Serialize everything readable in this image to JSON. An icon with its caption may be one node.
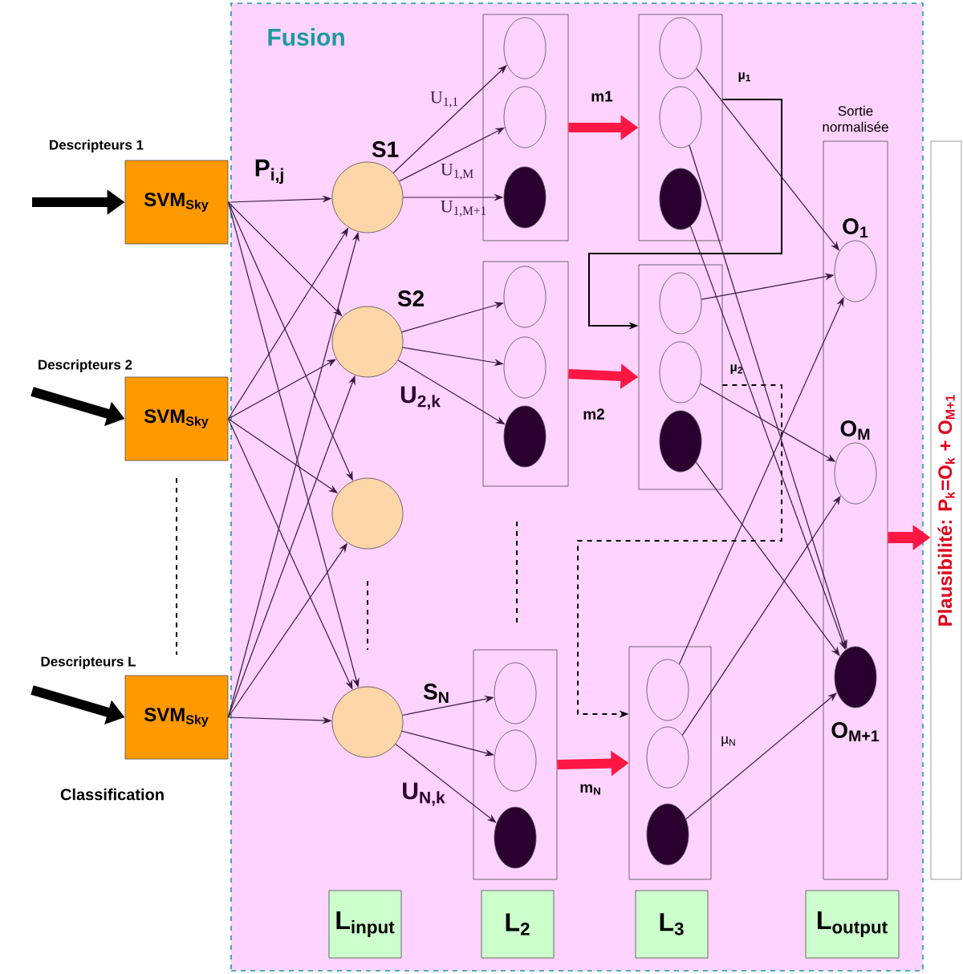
{
  "diagram": {
    "nodes": [
      {
        "text": [
          "Fusion"
        ]
      },
      {
        "text": [
          "SVM$_{Sky}$"
        ]
      },
      {
        "text": [
          "SVM$_{Sky}$"
        ]
      },
      {
        "text": [
          "SVM$_{Sky}$"
        ]
      },
      {
        "text": [],
        "shape": "circle",
        "beside": [
          "S1"
        ],
        "in": 0
      },
      {
        "text": [],
        "shape": "circle",
        "beside": [
          "S2"
        ],
        "in": 0
      },
      {
        "text": [],
        "shape": "circle",
        "in": 0
      },
      {
        "text": [],
        "shape": "circle",
        "beside": [
          "S$_{N}$"
        ],
        "in": 0
      },
      {
        "text": [],
        "shape": "box",
        "in": 0
      },
      {
        "text": [],
        "shape": "ellipse",
        "in": 8
      },
      {
        "text": [],
        "shape": "ellipse",
        "in": 8
      },
      {
        "text": [],
        "shape": "ellipse",
        "in": 8
      },
      {
        "text": [],
        "shape": "box",
        "in": 0
      },
      {
        "text": [],
        "shape": "ellipse",
        "in": 12
      },
      {
        "text": [],
        "shape": "ellipse",
        "in": 12
      },
      {
        "text": [],
        "shape": "ellipse",
        "in": 12
      },
      {
        "text": [],
        "shape": "box",
        "in": 0
      },
      {
        "text": [],
        "shape": "ellipse",
        "in": 16
      },
      {
        "text": [],
        "shape": "ellipse",
        "in": 16
      },
      {
        "text": [],
        "shape": "ellipse",
        "in": 16
      },
      {
        "text": [],
        "shape": "box",
        "in": 0
      },
      {
        "text": [],
        "shape": "ellipse",
        "in": 20
      },
      {
        "text": [],
        "shape": "ellipse",
        "in": 20
      },
      {
        "text": [],
        "shape": "ellipse",
        "in": 20
      },
      {
        "text": [],
        "shape": "box",
        "in": 0
      },
      {
        "text": [],
        "shape": "ellipse",
        "in": 24
      },
      {
        "text": [],
        "shape": "ellipse",
        "in": 24
      },
      {
        "text": [],
        "shape": "ellipse",
        "in": 24
      },
      {
        "text": [],
        "shape": "box",
        "beside": [
          "µ$_{N}$"
        ],
        "in": 0
      },
      {
        "text": [],
        "shape": "ellipse",
        "in": 28
      },
      {
        "text": [],
        "shape": "ellipse",
        "in": 28
      },
      {
        "text": [],
        "shape": "ellipse",
        "in": 28
      },
      {
        "text": [],
        "shape": "box",
        "beside": [
          "Sortie normalisée"
        ],
        "in": 0
      },
      {
        "text": [],
        "shape": "ellipse",
        "beside": [
          "O$_{1}$"
        ],
        "in": 32
      },
      {
        "text": [],
        "shape": "ellipse",
        "beside": [
          "O$_{M}$"
        ],
        "in": 32
      },
      {
        "text": [],
        "shape": "ellipse",
        "beside": [
          "O$_{M+1}$"
        ],
        "in": 32
      },
      {
        "text": [
          "L$_{input}$"
        ],
        "in": 0
      },
      {
        "text": [
          "L$_{2}$"
        ],
        "in": 0
      },
      {
        "text": [
          "L$_{3}$"
        ],
        "in": 0
      },
      {
        "text": [
          "L$_{output}$"
        ],
        "in": 0
      },
      {
        "text": [
          "Plausibilité: P$_{k}$=O$_{k}$ + O$_{M+1}$"
        ]
      }
    ],
    "edges": [
      {
        "from": null,
        "to": 1,
        "arrow": "to",
        "label": "Descripteurs 1",
        "style": "thick",
        "color": "#000000"
      },
      {
        "from": null,
        "to": 2,
        "arrow": "to",
        "label": "Descripteurs 2",
        "style": "thick",
        "color": "#000000"
      },
      {
        "from": null,
        "to": 3,
        "arrow": "to",
        "label": "Descripteurs L",
        "style": "thick",
        "color": "#000000"
      },
      {
        "from": 1,
        "to": 4,
        "arrow": "to"
      },
      {
        "from": 1,
        "to": 5,
        "arrow": "to"
      },
      {
        "from": 1,
        "to": 6,
        "arrow": "to"
      },
      {
        "from": 1,
        "to": 7,
        "arrow": "to"
      },
      {
        "from": 2,
        "to": 4,
        "arrow": "to"
      },
      {
        "from": 2,
        "to": 5,
        "arrow": "to"
      },
      {
        "from": 2,
        "to": 6,
        "arrow": "to"
      },
      {
        "from": 2,
        "to": 7,
        "arrow": "to"
      },
      {
        "from": 3,
        "to": 4,
        "arrow": "to"
      },
      {
        "from": 3,
        "to": 5,
        "arrow": "to"
      },
      {
        "from": 3,
        "to": 6,
        "arrow": "to"
      },
      {
        "from": 3,
        "to": 7,
        "arrow": "to"
      },
      {
        "from": 4,
        "to": 9,
        "arrow": "to",
        "label": "U$_{1,1}$"
      },
      {
        "from": 4,
        "to": 10,
        "arrow": "to",
        "label": "U$_{1,M}$"
      },
      {
        "from": 4,
        "to": 11,
        "arrow": "to",
        "label": "U$_{1,M+1}$"
      },
      {
        "from": 5,
        "to": 17,
        "arrow": "to"
      },
      {
        "from": 5,
        "to": 18,
        "arrow": "to"
      },
      {
        "from": 5,
        "to": 19,
        "arrow": "to"
      },
      {
        "from": 7,
        "to": 25,
        "arrow": "to"
      },
      {
        "from": 7,
        "to": 26,
        "arrow": "to"
      },
      {
        "from": 7,
        "to": 27,
        "arrow": "to"
      },
      {
        "from": 8,
        "to": 12,
        "arrow": "to",
        "label": "m1",
        "style": "thick",
        "color": "#ff1744"
      },
      {
        "from": 16,
        "to": 20,
        "arrow": "to",
        "label": "m2",
        "style": "thick",
        "color": "#ff1744"
      },
      {
        "from": 24,
        "to": 28,
        "arrow": "to",
        "label": "m$_{N}$",
        "style": "thick",
        "color": "#ff1744"
      },
      {
        "from": 12,
        "to": 20,
        "arrow": "to",
        "label": "µ$_{1}$",
        "color": "#000000"
      },
      {
        "from": 20,
        "to": 28,
        "arrow": "to",
        "label": "µ$_{2}$",
        "style": "dashed",
        "color": "#000000"
      },
      {
        "from": 13,
        "to": 33,
        "arrow": "to"
      },
      {
        "from": 14,
        "to": 35,
        "arrow": "to"
      },
      {
        "from": 15,
        "to": 35,
        "arrow": "to"
      },
      {
        "from": 21,
        "to": 33,
        "arrow": "to"
      },
      {
        "from": 22,
        "to": 34,
        "arrow": "to"
      },
      {
        "from": 23,
        "to": 35,
        "arrow": "to"
      },
      {
        "from": 29,
        "to": 33,
        "arrow": "to"
      },
      {
        "from": 30,
        "to": 34,
        "arrow": "to"
      },
      {
        "from": 31,
        "to": 35,
        "arrow": "to"
      },
      {
        "from": 32,
        "to": 40,
        "arrow": "to",
        "style": "thick",
        "color": "#ff1744"
      }
    ],
    "labels": [
      "P$_{i,j}$",
      "U$_{2,k}$",
      "Classification",
      "U$_{N,k}$"
    ]
  }
}
